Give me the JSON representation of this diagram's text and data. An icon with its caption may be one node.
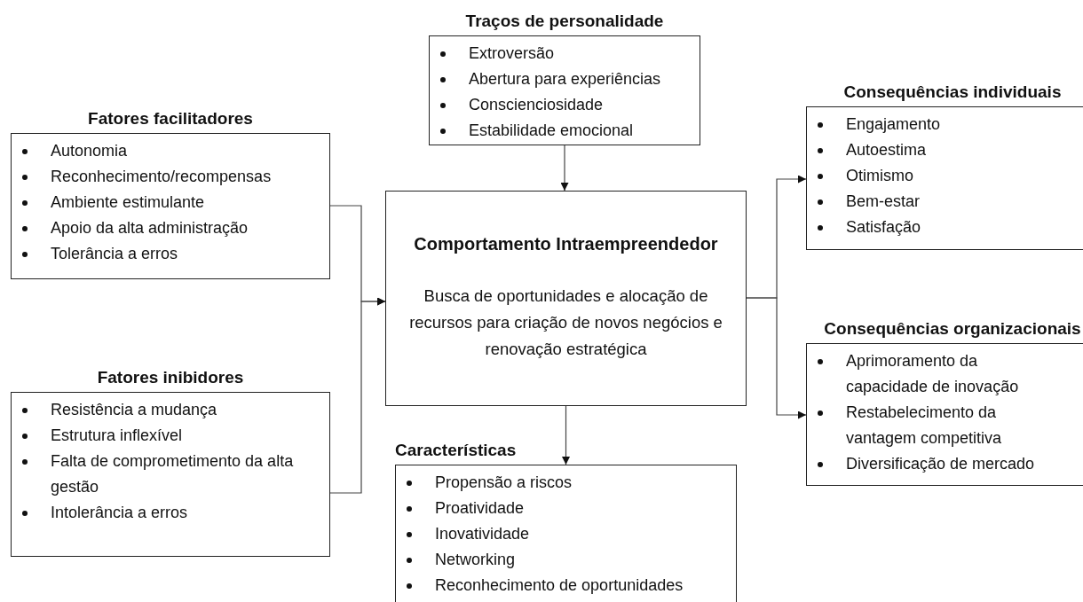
{
  "diagram": {
    "nodes": [
      {
        "text": [
          "Traços de personalidade",
          "Extroversão",
          "Abertura para experiências",
          "Conscienciosidade",
          "Estabilidade emocional"
        ]
      },
      {
        "text": [
          "Fatores facilitadores",
          "Autonomia",
          "Reconhecimento/recompensas",
          "Ambiente estimulante",
          "Apoio da alta administração",
          "Tolerância a erros"
        ]
      },
      {
        "text": [
          "Consequências individuais",
          "Engajamento",
          "Autoestima",
          "Otimismo",
          "Bem-estar",
          "Satisfação"
        ]
      },
      {
        "text": [
          "Comportamento Intraempreendedor",
          "Busca de oportunidades e alocação de recursos para criação de novos negócios e renovação estratégica"
        ]
      },
      {
        "text": [
          "Fatores inibidores",
          "Resistência a mudança",
          "Estrutura inflexível",
          "Falta de comprometimento da alta gestão",
          "Intolerância a erros"
        ]
      },
      {
        "text": [
          "Consequências organizacionais",
          "Aprimoramento da capacidade de inovação",
          "Restabelecimento da vantagem competitiva",
          "Diversificação de mercado"
        ]
      },
      {
        "text": [
          "Características",
          "Propensão a riscos",
          "Proatividade",
          "Inovatividade",
          "Networking",
          "Reconhecimento de oportunidades"
        ]
      }
    ],
    "edges": [
      {
        "from": 0,
        "to": 3,
        "arrow": "to"
      },
      {
        "from": 1,
        "to": 3,
        "arrow": "to"
      },
      {
        "from": 4,
        "to": 3,
        "arrow": "to"
      },
      {
        "from": 3,
        "to": 2,
        "arrow": "to"
      },
      {
        "from": 3,
        "to": 5,
        "arrow": "to"
      },
      {
        "from": 3,
        "to": 6,
        "arrow": "to"
      }
    ]
  }
}
